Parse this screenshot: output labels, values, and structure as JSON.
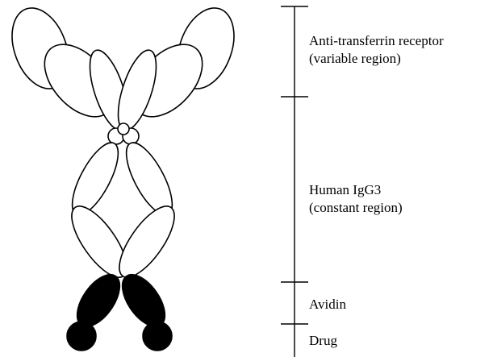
{
  "diagram": {
    "regions": [
      {
        "id": "variable",
        "lines": [
          "Anti-transferrin receptor",
          "(variable region)"
        ]
      },
      {
        "id": "constant",
        "lines": [
          "Human IgG3",
          "(constant region)"
        ]
      },
      {
        "id": "avidin",
        "lines": [
          "Avidin"
        ]
      },
      {
        "id": "drug",
        "lines": [
          "Drug"
        ]
      }
    ],
    "colors": {
      "outline": "#000000",
      "fill_white": "#ffffff",
      "fill_black": "#000000"
    }
  }
}
